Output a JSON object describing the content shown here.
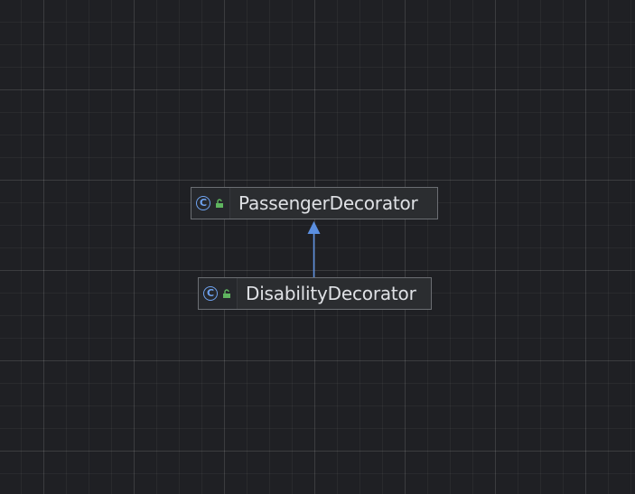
{
  "diagram": {
    "nodes": [
      {
        "id": "parent",
        "name": "PassengerDecorator",
        "kind_icon": "class-icon",
        "visibility_icon": "public-lock-icon"
      },
      {
        "id": "child",
        "name": "DisabilityDecorator",
        "kind_icon": "class-icon",
        "visibility_icon": "public-lock-icon"
      }
    ],
    "edges": [
      {
        "from": "child",
        "to": "parent",
        "type": "inheritance"
      }
    ],
    "colors": {
      "background": "#1f2024",
      "node_fill": "#2b2d30",
      "node_border": "#6b6e73",
      "class_icon": "#6fa3f0",
      "lock_icon": "#5fb55f",
      "edge": "#5b8fe0",
      "text": "#dfe1e5"
    }
  },
  "icons": {
    "class_glyph": "C"
  }
}
